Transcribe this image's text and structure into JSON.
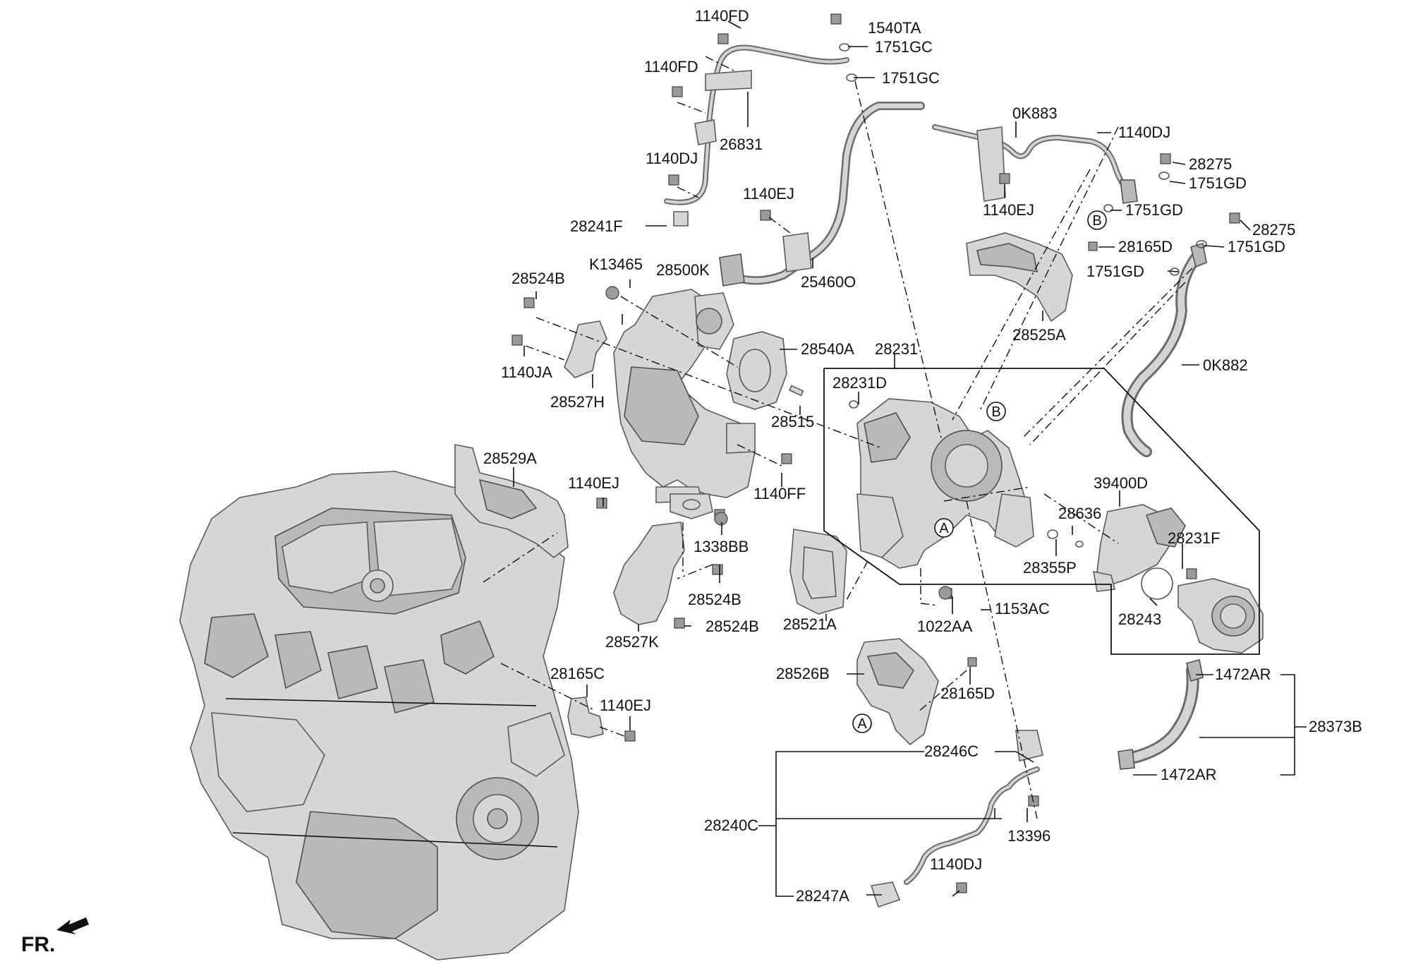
{
  "diagram": {
    "orientation_label": "FR.",
    "callouts": [
      "A",
      "B"
    ],
    "part_numbers": [
      "1140FD",
      "1540TA",
      "1751GC",
      "1140FD",
      "1751GC",
      "26831",
      "0K883",
      "1140DJ",
      "1140DJ",
      "28275",
      "1751GD",
      "1140EJ",
      "1140EJ",
      "1751GD",
      "28241F",
      "28165D",
      "28275",
      "1751GD",
      "K13465",
      "28500K",
      "1751GD",
      "28524B",
      "25460O",
      "28525A",
      "28540A",
      "28231",
      "1140JA",
      "0K882",
      "28231D",
      "28527H",
      "28515",
      "28529A",
      "39400D",
      "1140EJ",
      "1140FF",
      "28636",
      "28231F",
      "1338BB",
      "28355P",
      "28524B",
      "28243",
      "28521A",
      "1153AC",
      "28524B",
      "1022AA",
      "28527K",
      "1472AR",
      "28526B",
      "28165C",
      "28165D",
      "28373B",
      "1140EJ",
      "28246C",
      "1472AR",
      "28240C",
      "13396",
      "1140DJ",
      "28247A"
    ]
  }
}
